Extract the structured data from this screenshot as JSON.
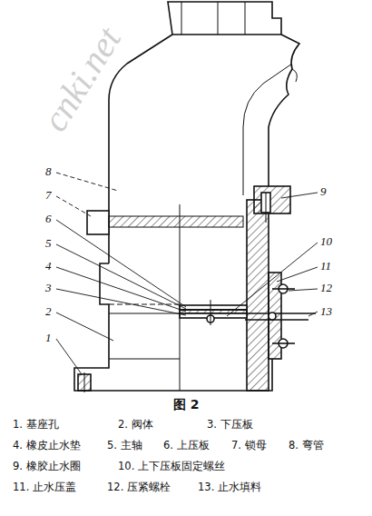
{
  "diagram": {
    "caption": "图 2",
    "labels": [
      "cnki.net",
      "8",
      "7",
      "6",
      "5",
      "4",
      "3",
      "2",
      "1",
      "9",
      "10",
      "11",
      "12",
      "13",
      "1. 基座孔",
      "2. 阀体",
      "3. 下压板",
      "4. 橡皮止水垫",
      "5. 主轴",
      "6. 上压板",
      "7. 锁母",
      "8. 弯管",
      "9. 橡胶止水圈",
      "10. 上下压板固定螺丝",
      "11. 止水压盖",
      "12. 压紧螺栓",
      "13. 止水填料"
    ]
  }
}
